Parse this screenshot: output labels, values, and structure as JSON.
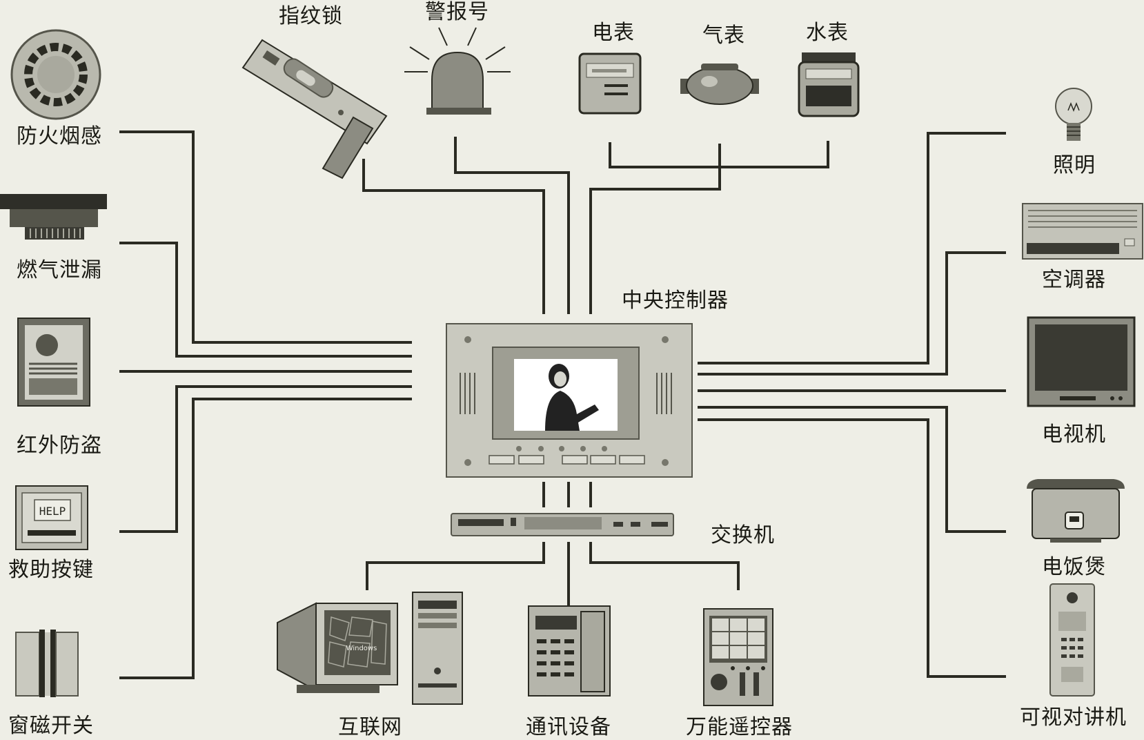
{
  "hub": {
    "label": "中央控制器"
  },
  "switch": {
    "label": "交换机"
  },
  "left_devices": [
    {
      "label": "防火烟感",
      "icon": "smoke-detector-icon"
    },
    {
      "label": "燃气泄漏",
      "icon": "gas-leak-sensor-icon"
    },
    {
      "label": "红外防盗",
      "icon": "infrared-sensor-icon"
    },
    {
      "label": "救助按键",
      "icon": "help-button-icon"
    },
    {
      "label": "窗磁开关",
      "icon": "window-magnet-switch-icon"
    }
  ],
  "top_devices": [
    {
      "label": "指纹锁",
      "icon": "fingerprint-lock-icon"
    },
    {
      "label": "警报号",
      "icon": "alarm-beacon-icon"
    },
    {
      "label": "电表",
      "icon": "electricity-meter-icon"
    },
    {
      "label": "气表",
      "icon": "gas-meter-icon"
    },
    {
      "label": "水表",
      "icon": "water-meter-icon"
    }
  ],
  "right_devices": [
    {
      "label": "照明",
      "icon": "light-bulb-icon"
    },
    {
      "label": "空调器",
      "icon": "air-conditioner-icon"
    },
    {
      "label": "电视机",
      "icon": "television-icon"
    },
    {
      "label": "电饭煲",
      "icon": "rice-cooker-icon"
    },
    {
      "label": "可视对讲机",
      "icon": "video-intercom-icon"
    }
  ],
  "bottom_devices": [
    {
      "label": "互联网",
      "icon": "computer-icon"
    },
    {
      "label": "通讯设备",
      "icon": "telephone-icon"
    },
    {
      "label": "万能遥控器",
      "icon": "universal-remote-icon"
    }
  ],
  "misc": {
    "help_text": "HELP",
    "screen_brand": "Windows"
  },
  "colors": {
    "background": "#eeeee6",
    "line": "#2a2a22",
    "device_fill": "#a7a79c",
    "device_dark": "#55554b"
  }
}
